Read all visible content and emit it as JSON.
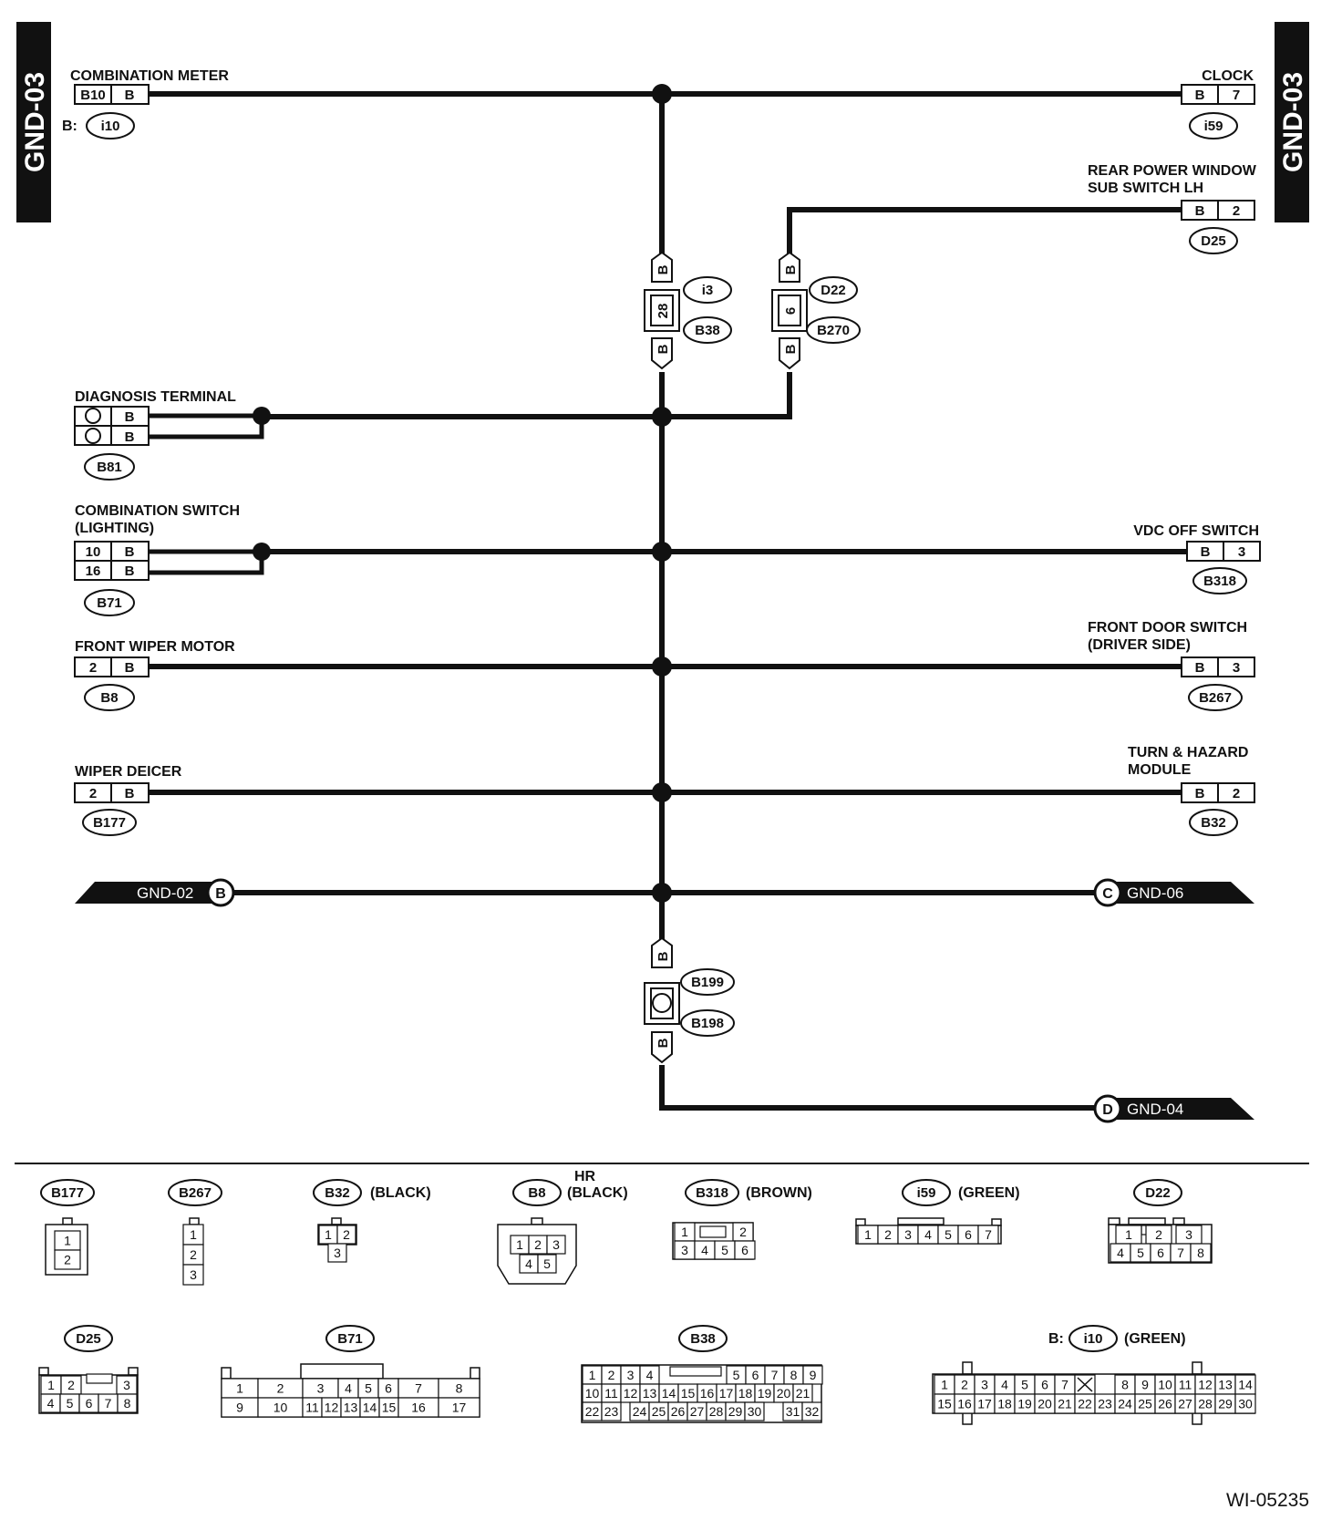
{
  "page": {
    "side_tab": "GND-03",
    "figure_code": "WI-05235"
  },
  "components": {
    "combination_meter": {
      "name": "COMBINATION METER",
      "pins": [
        "B10",
        "B"
      ],
      "prefix": "B:",
      "connector": "i10"
    },
    "clock": {
      "name": "CLOCK",
      "pins": [
        "B",
        "7"
      ],
      "connector": "i59"
    },
    "rear_power_window": {
      "name_lines": [
        "REAR POWER WINDOW",
        "SUB SWITCH LH"
      ],
      "pins": [
        "B",
        "2"
      ],
      "connector": "D25"
    },
    "diagnosis_terminal": {
      "name": "DIAGNOSIS TERMINAL",
      "pins": [
        "B",
        "B"
      ],
      "connector": "B81"
    },
    "combination_switch": {
      "name_lines": [
        "COMBINATION SWITCH",
        "(LIGHTING)"
      ],
      "pins_top": [
        "10",
        "B"
      ],
      "pins_bottom": [
        "16",
        "B"
      ],
      "connector": "B71"
    },
    "vdc_off_switch": {
      "name": "VDC OFF SWITCH",
      "pins": [
        "B",
        "3"
      ],
      "connector": "B318"
    },
    "front_wiper_motor": {
      "name": "FRONT WIPER MOTOR",
      "pins": [
        "2",
        "B"
      ],
      "connector": "B8"
    },
    "front_door_switch": {
      "name_lines": [
        "FRONT DOOR SWITCH",
        "(DRIVER SIDE)"
      ],
      "pins": [
        "B",
        "3"
      ],
      "connector": "B267"
    },
    "wiper_deicer": {
      "name": "WIPER DEICER",
      "pins": [
        "2",
        "B"
      ],
      "connector": "B177"
    },
    "turn_hazard": {
      "name_lines": [
        "TURN & HAZARD",
        "MODULE"
      ],
      "pins": [
        "B",
        "2"
      ],
      "connector": "B32"
    }
  },
  "joints": {
    "j1": {
      "wire_top": "B",
      "pin": "28",
      "wire_bottom": "B",
      "connectors": [
        "i3",
        "B38"
      ]
    },
    "j2": {
      "wire_top": "B",
      "pin": "6",
      "wire_bottom": "B",
      "connectors": [
        "D22",
        "B270"
      ]
    },
    "j3": {
      "wire_top": "B",
      "wire_bottom": "B",
      "connectors": [
        "B199",
        "B198"
      ]
    }
  },
  "offpage": {
    "left": {
      "label": "GND-02",
      "letter": "B"
    },
    "right": {
      "label": "GND-06",
      "letter": "C"
    },
    "bottom": {
      "label": "GND-04",
      "letter": "D"
    }
  },
  "connector_details": {
    "B177": {
      "id": "B177",
      "pins": [
        "1",
        "2"
      ]
    },
    "B267": {
      "id": "B267",
      "pins": [
        "1",
        "2",
        "3"
      ]
    },
    "B32": {
      "id": "B32",
      "color": "(BLACK)",
      "pins": [
        "1",
        "2",
        "3"
      ]
    },
    "B8": {
      "id": "B8",
      "hr": "HR",
      "color": "(BLACK)",
      "pins": [
        "1",
        "2",
        "3",
        "4",
        "5"
      ]
    },
    "B318": {
      "id": "B318",
      "color": "(BROWN)",
      "pins": [
        "1",
        "2",
        "3",
        "4",
        "5",
        "6"
      ]
    },
    "i59": {
      "id": "i59",
      "color": "(GREEN)",
      "pins": [
        "1",
        "2",
        "3",
        "4",
        "5",
        "6",
        "7"
      ]
    },
    "D22": {
      "id": "D22",
      "pins": [
        "1",
        "2",
        "3",
        "4",
        "5",
        "6",
        "7",
        "8"
      ]
    },
    "D25": {
      "id": "D25",
      "pins": [
        "1",
        "2",
        "3",
        "4",
        "5",
        "6",
        "7",
        "8"
      ]
    },
    "B71": {
      "id": "B71",
      "pins": [
        "1",
        "2",
        "3",
        "4",
        "5",
        "6",
        "7",
        "8",
        "9",
        "10",
        "11",
        "12",
        "13",
        "14",
        "15",
        "16",
        "17"
      ]
    },
    "B38": {
      "id": "B38",
      "pins": [
        "1",
        "2",
        "3",
        "4",
        "5",
        "6",
        "7",
        "8",
        "9",
        "10",
        "11",
        "12",
        "13",
        "14",
        "15",
        "16",
        "17",
        "18",
        "19",
        "20",
        "21",
        "22",
        "23",
        "24",
        "25",
        "26",
        "27",
        "28",
        "29",
        "30",
        "31",
        "32"
      ]
    },
    "i10": {
      "id": "i10",
      "prefix": "B:",
      "color": "(GREEN)",
      "pins": [
        "1",
        "2",
        "3",
        "4",
        "5",
        "6",
        "7",
        "8",
        "9",
        "10",
        "11",
        "12",
        "13",
        "14",
        "15",
        "16",
        "17",
        "18",
        "19",
        "20",
        "21",
        "22",
        "23",
        "24",
        "25",
        "26",
        "27",
        "28",
        "29",
        "30"
      ]
    }
  }
}
